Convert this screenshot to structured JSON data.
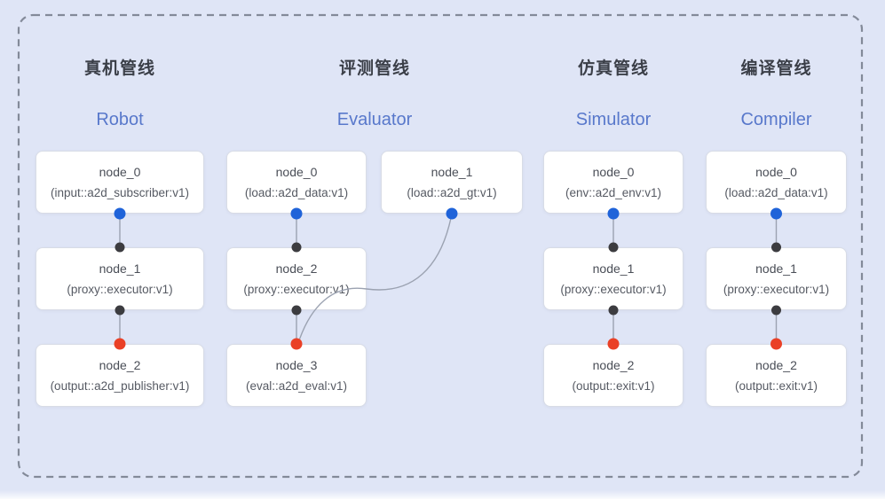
{
  "colors": {
    "background": "#dfe5f6",
    "boundary": "#838a99",
    "edge": "#9ba2b1",
    "blue_dot": "#1f63d9",
    "black_dot": "#3c3c40",
    "red_dot": "#ea4026",
    "header_cn": "#3b3f48",
    "header_en": "#5878cb",
    "card_bg": "#ffffff",
    "card_border": "#d8dce6"
  },
  "pipelines": [
    {
      "title_cn": "真机管线",
      "title_en": "Robot",
      "nodes": [
        {
          "title": "node_0",
          "subtitle": "(input::a2d_subscriber:v1)"
        },
        {
          "title": "node_1",
          "subtitle": "(proxy::executor:v1)"
        },
        {
          "title": "node_2",
          "subtitle": "(output::a2d_publisher:v1)"
        }
      ]
    },
    {
      "title_cn": "评测管线",
      "title_en": "Evaluator",
      "nodes": [
        {
          "title": "node_0",
          "subtitle": "(load::a2d_data:v1)"
        },
        {
          "title": "node_1",
          "subtitle": "(load::a2d_gt:v1)"
        },
        {
          "title": "node_2",
          "subtitle": "(proxy::executor:v1)"
        },
        {
          "title": "node_3",
          "subtitle": "(eval::a2d_eval:v1)"
        }
      ]
    },
    {
      "title_cn": "仿真管线",
      "title_en": "Simulator",
      "nodes": [
        {
          "title": "node_0",
          "subtitle": "(env::a2d_env:v1)"
        },
        {
          "title": "node_1",
          "subtitle": "(proxy::executor:v1)"
        },
        {
          "title": "node_2",
          "subtitle": "(output::exit:v1)"
        }
      ]
    },
    {
      "title_cn": "编译管线",
      "title_en": "Compiler",
      "nodes": [
        {
          "title": "node_0",
          "subtitle": "(load::a2d_data:v1)"
        },
        {
          "title": "node_1",
          "subtitle": "(proxy::executor:v1)"
        },
        {
          "title": "node_2",
          "subtitle": "(output::exit:v1)"
        }
      ]
    }
  ]
}
